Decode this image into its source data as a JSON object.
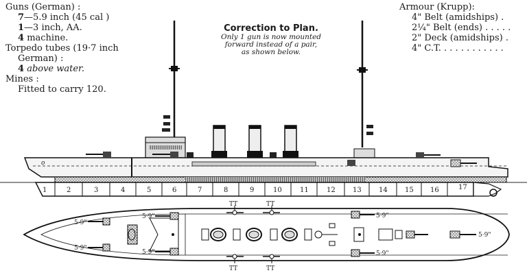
{
  "guns": {
    "heading": "Guns (German) :",
    "main_count": "7",
    "main_spec": "—5.9 inch (45 cal )",
    "aa_count": "1",
    "aa_spec": "—3 inch, AA.",
    "mg_count": "4",
    "mg_spec": "machine.",
    "torpedo_heading": "Torpedo tubes (19·7 inch",
    "torpedo_heading_2": "German) :",
    "torpedo_count": "4",
    "torpedo_spec": "above water.",
    "mines_heading": "Mines :",
    "mines_spec": "Fitted to carry 120."
  },
  "correction": {
    "title": "Correction to Plan.",
    "note_1": "Only 1 gun is now mounted",
    "note_2": "forward instead of a pair,",
    "note_3": "as shown below."
  },
  "armour": {
    "heading": "Armour (Krupp):",
    "item_1": "4\" Belt (amidships)  .",
    "item_2_whole": "2",
    "item_2_frac": "¼",
    "item_2": "\" Belt (ends)  . . . . .",
    "item_3": "2\" Deck (amidships) .",
    "item_4": "4\" C.T.  . . . . . . . . . . ."
  },
  "hull_sections": [
    "1",
    "2",
    "3",
    "4",
    "5",
    "6",
    "7",
    "8",
    "9",
    "10",
    "11",
    "12",
    "13",
    "14",
    "15",
    "16",
    "17"
  ],
  "gun_labels": {
    "fwd_port": "5·9\"",
    "fwd_stbd": "5·9\"",
    "waist_port": "5·9\"",
    "waist_stbd": "5·9\"",
    "aft_port": "5·9\"",
    "aft_stbd": "5·9\"",
    "stern": "5·9\"",
    "tubes_mark": "TT"
  }
}
